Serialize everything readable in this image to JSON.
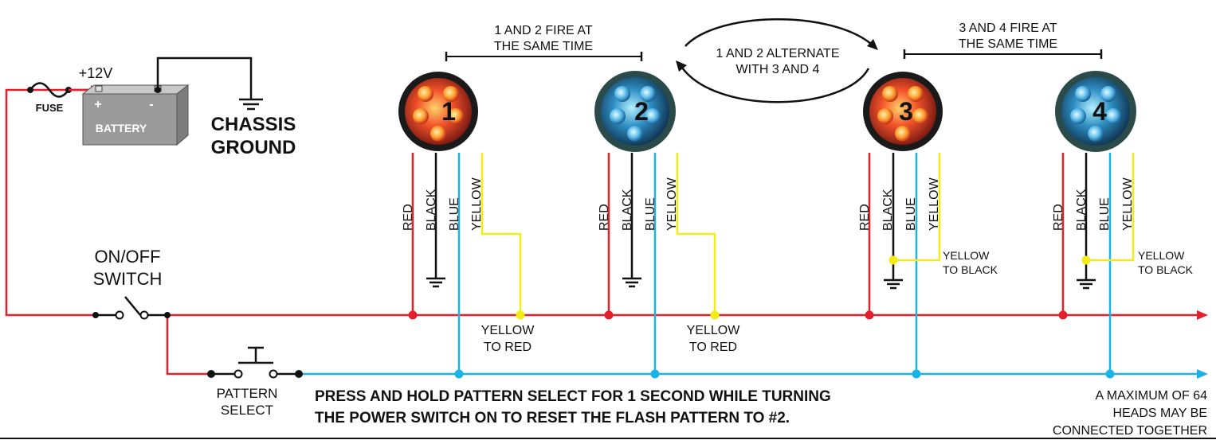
{
  "colors": {
    "red": "#e4202a",
    "blue": "#1ab3e8",
    "yellow": "#f4ec16",
    "black": "#111111",
    "battery_body": "#9b9b9b"
  },
  "battery": {
    "label": "BATTERY",
    "plus": "+",
    "minus": "-",
    "voltage": "+12V"
  },
  "fuse_label": "FUSE",
  "ground_label": {
    "line1": "CHASSIS",
    "line2": "GROUND"
  },
  "switch_label": {
    "line1": "ON/OFF",
    "line2": "SWITCH"
  },
  "pattern_label": {
    "line1": "PATTERN",
    "line2": "SELECT"
  },
  "group_a": {
    "line1": "1 AND 2 FIRE AT",
    "line2": "THE SAME TIME"
  },
  "group_b": {
    "line1": "3 AND 4 FIRE AT",
    "line2": "THE SAME TIME"
  },
  "alternate": {
    "line1": "1 AND 2 ALTERNATE",
    "line2": "WITH 3 AND 4"
  },
  "heads": [
    {
      "number": "1",
      "color": "red"
    },
    {
      "number": "2",
      "color": "blue"
    },
    {
      "number": "3",
      "color": "red"
    },
    {
      "number": "4",
      "color": "blue"
    }
  ],
  "wires": {
    "red": "RED",
    "black": "BLACK",
    "blue": "BLUE",
    "yellow": "YELLOW"
  },
  "yellow_to_red": {
    "line1": "YELLOW",
    "line2": "TO RED"
  },
  "yellow_to_black": {
    "line1": "YELLOW",
    "line2": "TO BLACK"
  },
  "reset_note": {
    "line1": "PRESS AND HOLD PATTERN SELECT FOR 1 SECOND WHILE TURNING",
    "line2": "THE POWER SWITCH ON TO RESET THE FLASH PATTERN TO #2."
  },
  "max_note": {
    "line1": "A MAXIMUM OF 64",
    "line2": "HEADS MAY BE",
    "line3": "CONNECTED TOGETHER"
  }
}
